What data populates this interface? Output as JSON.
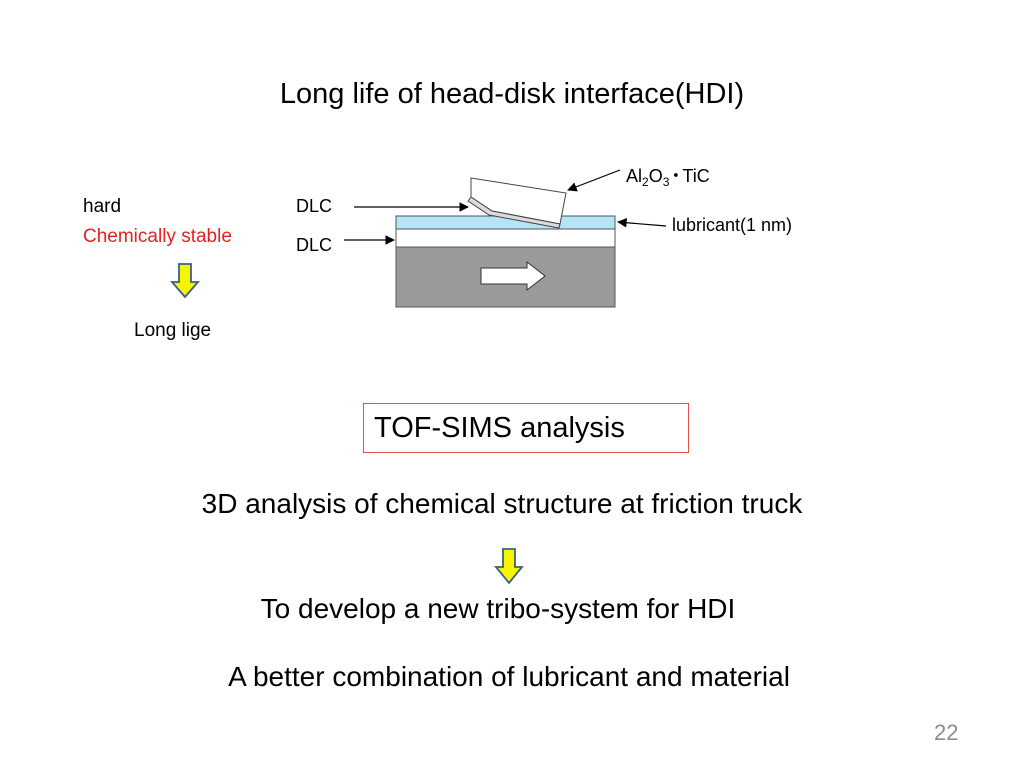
{
  "slide": {
    "title": "Long life of head-disk interface(HDI)",
    "page_number": "22"
  },
  "properties": {
    "hard": "hard",
    "chemically_stable": "Chemically stable",
    "result": "Long lige"
  },
  "diagram": {
    "dlc_top": "DLC",
    "dlc_bottom": "DLC",
    "lubricant": "lubricant(1 nm)",
    "slider_material": {
      "part1": "Al",
      "sub1": "2",
      "part2": "O",
      "sub2": "3",
      "separator": "･",
      "part3": "TiC"
    }
  },
  "analysis": {
    "method": "TOF-SIMS analysis",
    "purpose": "3D analysis of chemical structure at friction truck",
    "goal": "To develop a new tribo-system for HDI",
    "outcome": "A better combination of lubricant and material"
  },
  "colors": {
    "red_text": "#e32222",
    "box_border": "#e8504f",
    "arrow_fill": "#f5f500",
    "arrow_stroke": "#3b5e8c",
    "lubricant_layer": "#b5e4f6",
    "disk_substrate": "#9a9a9a"
  }
}
